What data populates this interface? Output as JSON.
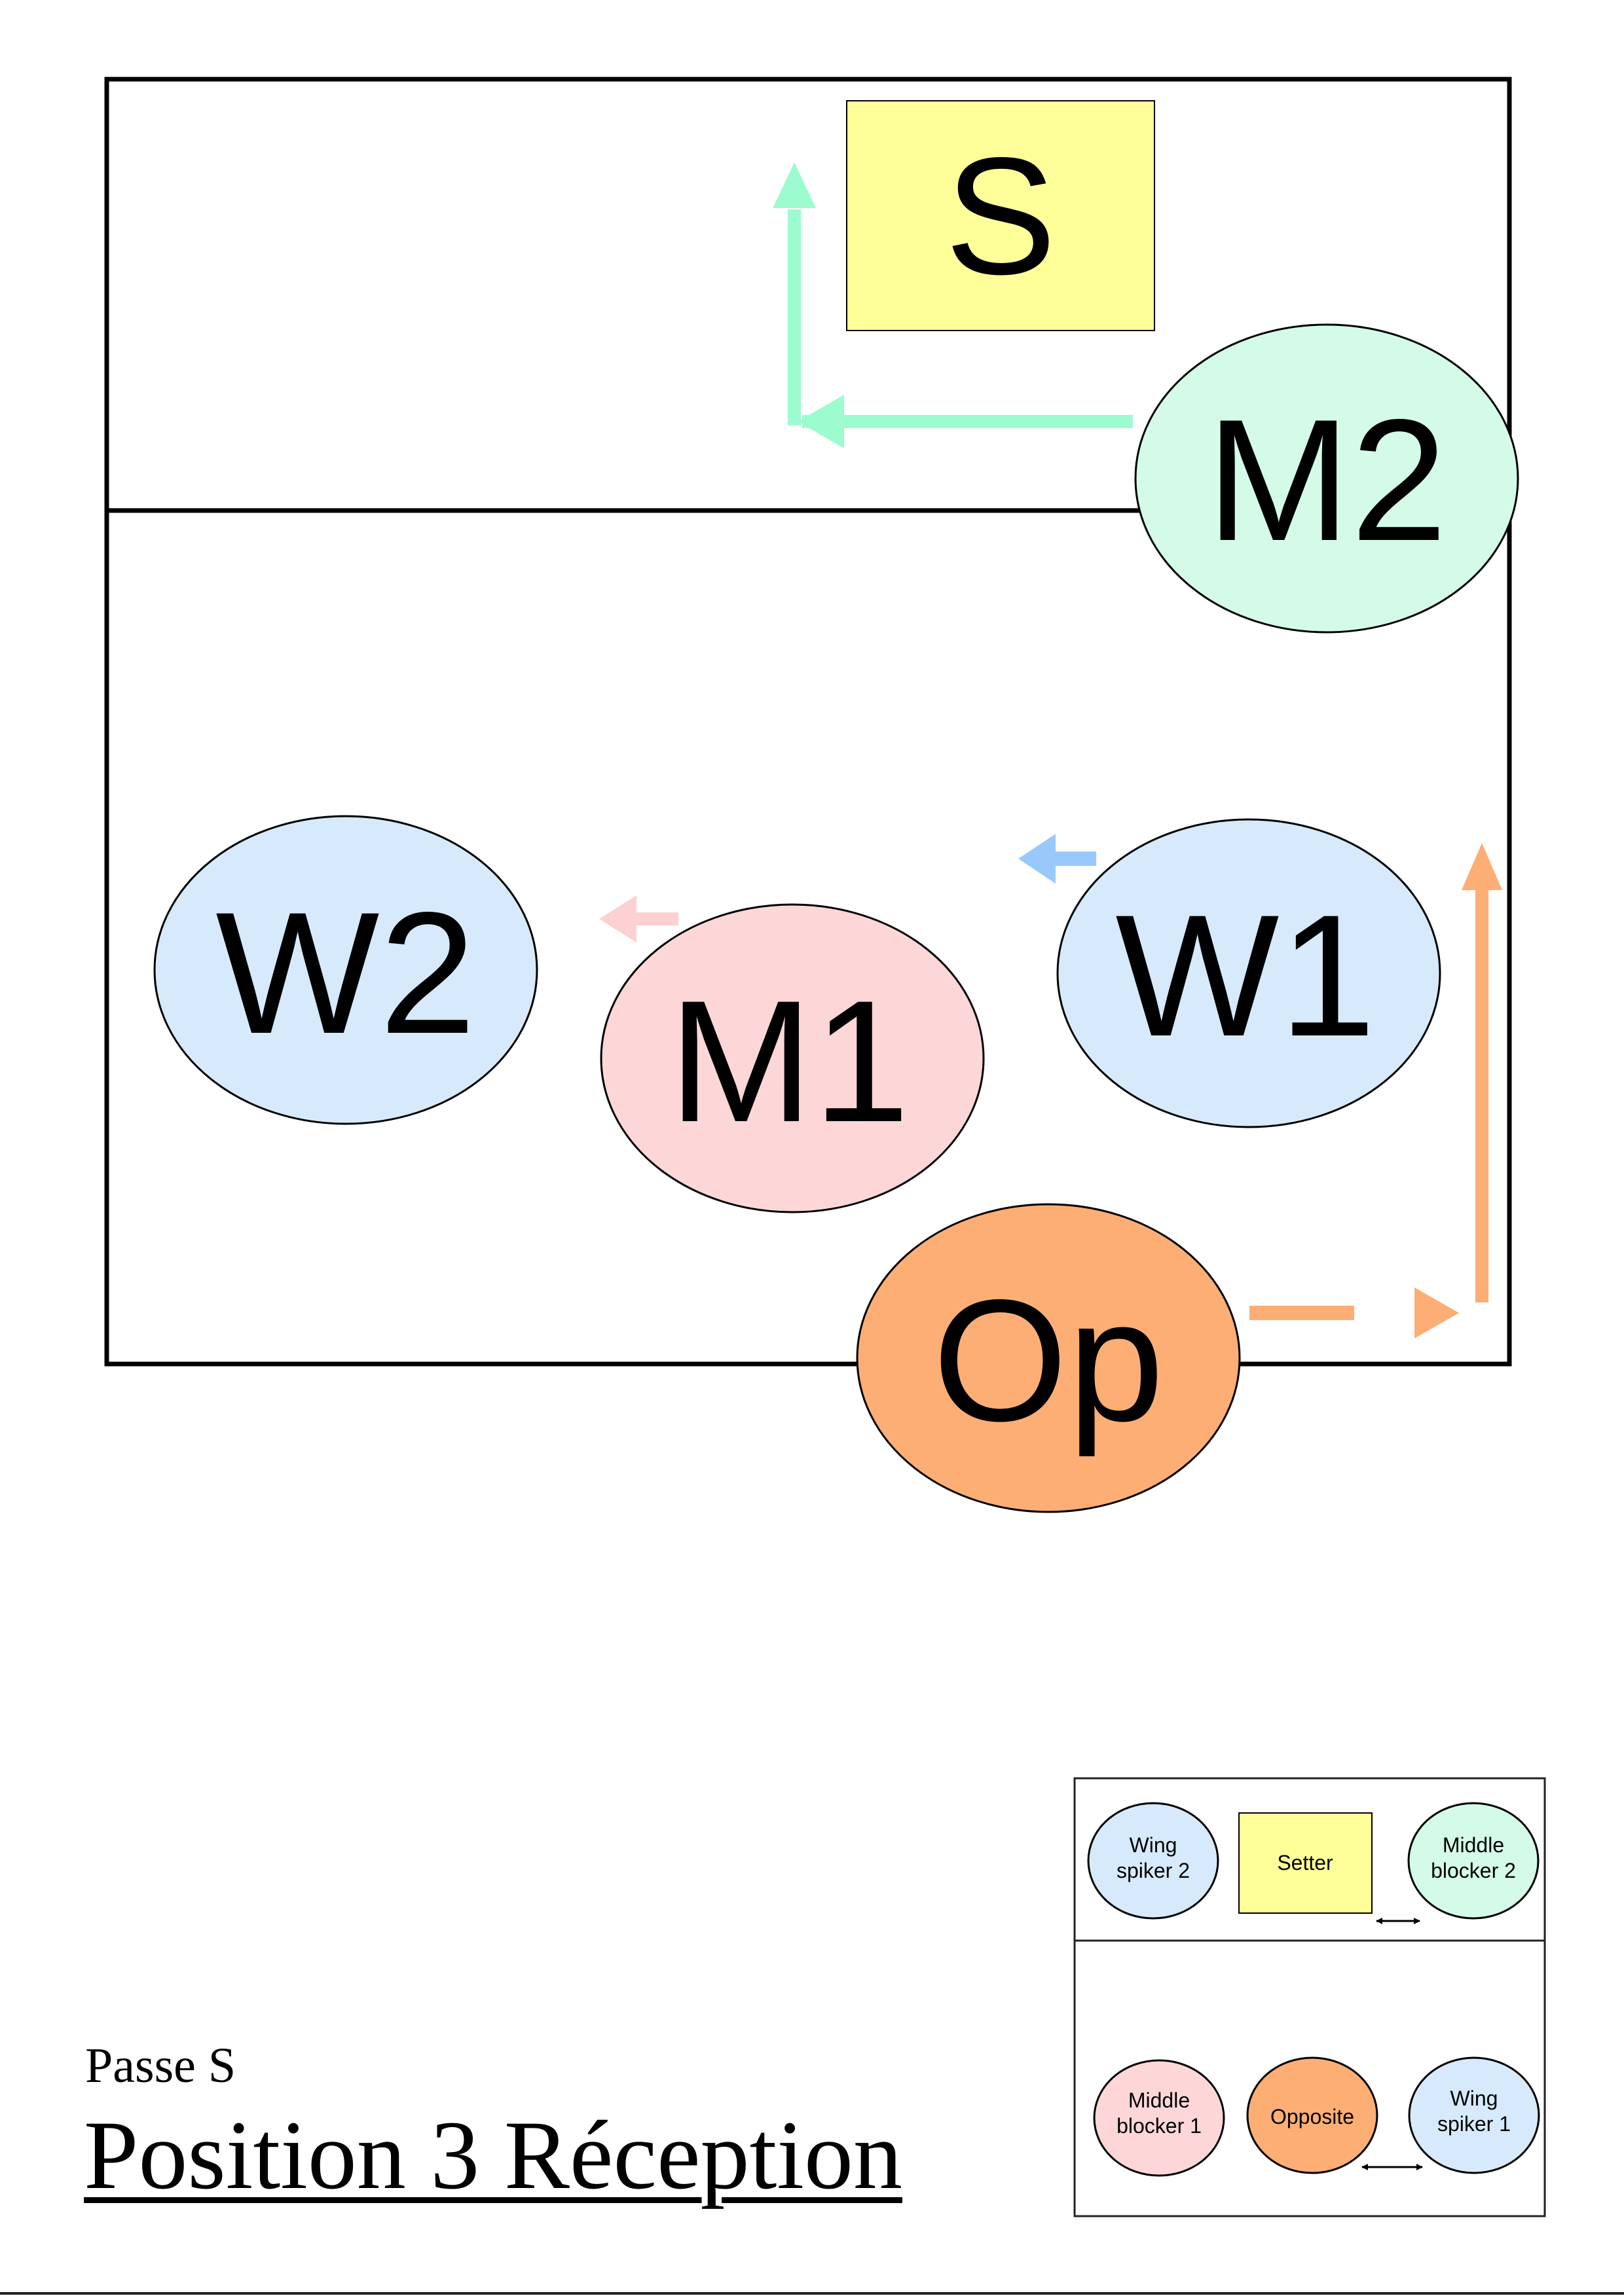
{
  "header": {
    "subtitle": "Passe S",
    "title": "Position 3 Réception"
  },
  "court": {
    "players": [
      {
        "id": "S",
        "label": "S",
        "shape": "rect",
        "fill": "#ffff99",
        "zone": "front"
      },
      {
        "id": "M2",
        "label": "M2",
        "shape": "ellipse",
        "fill": "#d4fbe8",
        "zone": "front"
      },
      {
        "id": "W2",
        "label": "W2",
        "shape": "ellipse",
        "fill": "#d6eafb",
        "zone": "back"
      },
      {
        "id": "M1",
        "label": "M1",
        "shape": "ellipse",
        "fill": "#fdd7d8",
        "zone": "back"
      },
      {
        "id": "W1",
        "label": "W1",
        "shape": "ellipse",
        "fill": "#d6eafb",
        "zone": "back"
      },
      {
        "id": "Op",
        "label": "Op",
        "shape": "ellipse",
        "fill": "#fdae74",
        "zone": "back"
      }
    ],
    "arrows": [
      {
        "player": "M2",
        "color": "#9dfccf",
        "direction": "left-then-up"
      },
      {
        "player": "Op",
        "color": "#fdae74",
        "direction": "right-then-up"
      },
      {
        "player": "W1",
        "color": "#99c9fb",
        "direction": "left"
      },
      {
        "player": "M1",
        "color": "#fdd0d2",
        "direction": "left"
      }
    ]
  },
  "legend": {
    "players": [
      {
        "id": "W2",
        "label_line1": "Wing",
        "label_line2": "spiker 2",
        "fill": "#d6eafb"
      },
      {
        "id": "S",
        "label_line1": "Setter",
        "label_line2": "",
        "fill": "#ffff99"
      },
      {
        "id": "M2",
        "label_line1": "Middle",
        "label_line2": "blocker 2",
        "fill": "#d4fbe8"
      },
      {
        "id": "M1",
        "label_line1": "Middle",
        "label_line2": "blocker 1",
        "fill": "#fdd7d8"
      },
      {
        "id": "Op",
        "label_line1": "Opposite",
        "label_line2": "",
        "fill": "#fdae74"
      },
      {
        "id": "W1",
        "label_line1": "Wing",
        "label_line2": "spiker 1",
        "fill": "#d6eafb"
      }
    ],
    "swaps": [
      {
        "between": [
          "S",
          "M2"
        ]
      },
      {
        "between": [
          "Op",
          "W1"
        ]
      }
    ]
  }
}
